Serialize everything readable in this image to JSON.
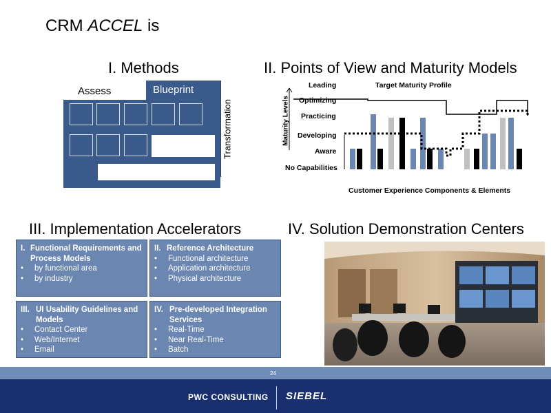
{
  "title": {
    "prefix": "CRM ",
    "emph": "ACCEL",
    "suffix": " is"
  },
  "sections": {
    "methods": "I. Methods",
    "points_of_view": "II. Points of View and Maturity Models",
    "implementation": "III. Implementation Accelerators",
    "demo_centers": "IV. Solution Demonstration Centers"
  },
  "methods_diagram": {
    "assess": "Assess",
    "blueprint": "Blueprint",
    "transformation": "Transformation"
  },
  "maturity_chart": {
    "y_axis_label": "Maturity Levels",
    "levels": [
      "Leading",
      "Optimizing",
      "Practicing",
      "Developing",
      "Aware",
      "No Capabilities"
    ],
    "legend_target": "Target Maturity Profile",
    "x_axis_label": "Customer Experience Components & Elements"
  },
  "accelerators": [
    {
      "heading_num": "I.",
      "heading": "Functional Requirements and Process Models",
      "items": [
        "by functional area",
        "by industry"
      ]
    },
    {
      "heading_num": "II.",
      "heading": "Reference Architecture",
      "items": [
        "Functional architecture",
        "Application architecture",
        "Physical architecture"
      ]
    },
    {
      "heading_num": "III.",
      "heading": "UI Usability Guidelines and Models",
      "items": [
        "Contact Center",
        "Web/Internet",
        "Email"
      ]
    },
    {
      "heading_num": "IV.",
      "heading": "Pre-developed Integration Services",
      "items": [
        "Real-Time",
        "Near Real-Time",
        "Batch"
      ]
    }
  ],
  "footer": {
    "page_number": "24",
    "pwc": "PWC CONSULTING",
    "siebel": "SIEBEL"
  },
  "colors": {
    "navy": "#1a2f6f",
    "stripe": "#6f8db8",
    "box": "#6b86b0",
    "diagram": "#3a5a8c"
  }
}
